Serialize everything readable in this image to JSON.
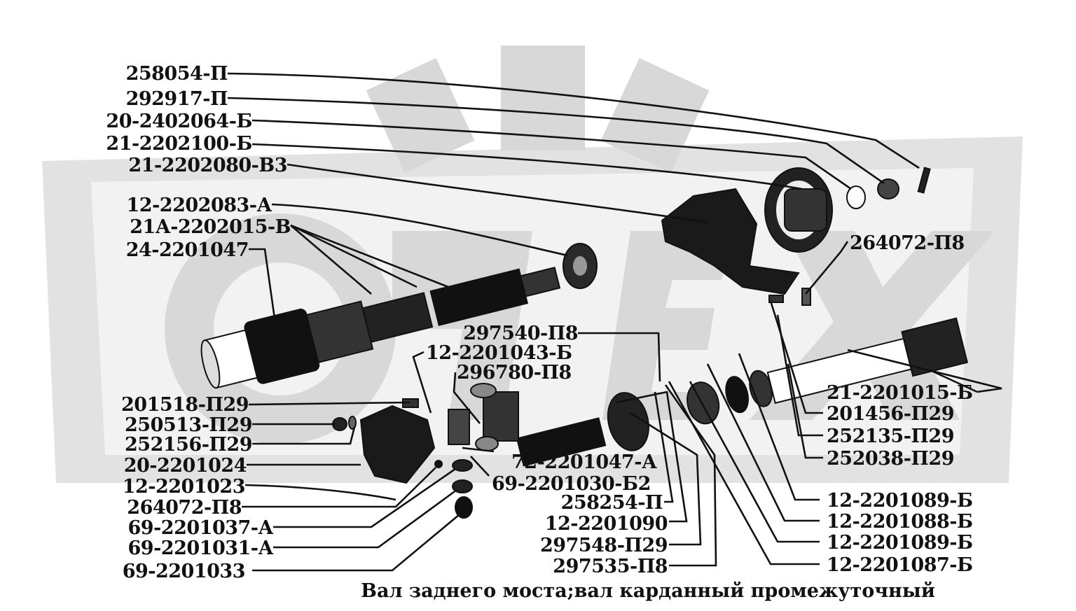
{
  "labels_left": [
    "258054-П",
    "292917-П",
    "20-2402064-Б",
    "21-2202100-Б",
    "21-2202080-В3",
    "12-2202083-А",
    "21А-2202015-В",
    "24-2201047",
    "201518-П29",
    "250513-П29",
    "252156-П29",
    "20-2201024",
    "12-2201023",
    "264072-П8",
    "69-2201037-А",
    "69-2201031-А",
    "69-2201033"
  ],
  "labels_mid": [
    "297540-П8",
    "12-2201043-Б",
    "296780-П8",
    "72-2201047-А",
    "69-2201030-Б2",
    "258254-П",
    "12-2201090",
    "297548-П29",
    "297535-П8"
  ],
  "labels_right": [
    "264072-П8",
    "21-2201015-Б",
    "201456-П29",
    "252135-П29",
    "252038-П29",
    "12-2201089-Б",
    "12-2201088-Б",
    "12-2201089-Б",
    "12-2201087-Б"
  ],
  "caption": "Вал заднего моста;вал карданный промежуточный",
  "colors": {
    "ink": "#111111",
    "watermark": "#d8d8d8",
    "background": "#ffffff"
  }
}
